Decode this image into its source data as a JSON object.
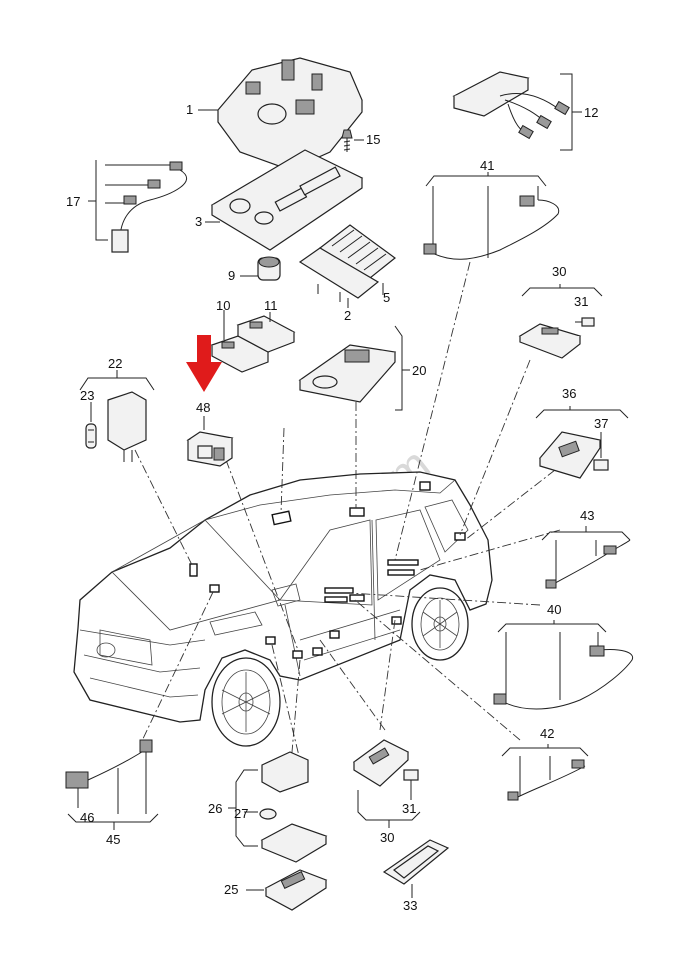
{
  "watermark": "7zap.com",
  "accent_color": "#e01b1b",
  "callouts": {
    "c1": "1",
    "c2": "2",
    "c3": "3",
    "c5": "5",
    "c9": "9",
    "c10": "10",
    "c11": "11",
    "c12": "12",
    "c15": "15",
    "c17": "17",
    "c20": "20",
    "c22": "22",
    "c23": "23",
    "c25": "25",
    "c26": "26",
    "c27": "27",
    "c30a": "30",
    "c30b": "30",
    "c31a": "31",
    "c31b": "31",
    "c33": "33",
    "c36": "36",
    "c37": "37",
    "c40": "40",
    "c41": "41",
    "c42": "42",
    "c43": "43",
    "c45": "45",
    "c46": "46",
    "c48": "48"
  }
}
